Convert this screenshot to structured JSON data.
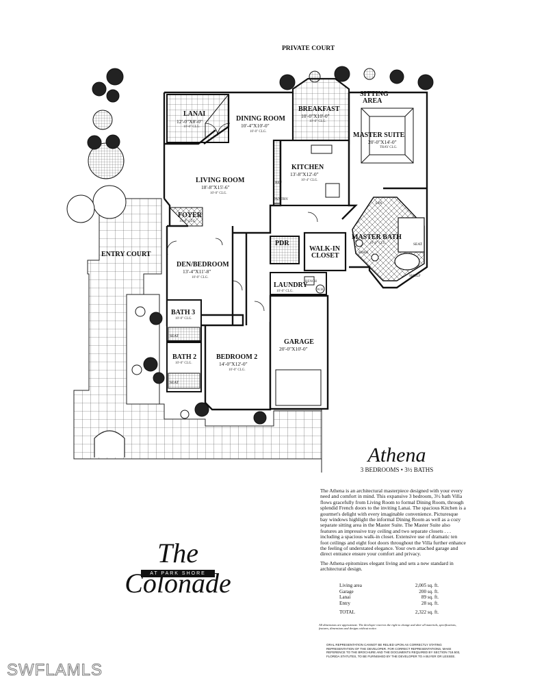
{
  "header": {
    "private_court": "PRIVATE COURT"
  },
  "rooms": {
    "lanai": {
      "name": "LANAI",
      "dim": "12'-0\"X8'-0\"",
      "clg": "10'-0\" CLG."
    },
    "dining": {
      "name": "DINING ROOM",
      "dim": "10'-4\"X10'-0\"",
      "clg": "10'-0\" CLG."
    },
    "breakfast": {
      "name": "BREAKFAST",
      "dim": "10'-0\"X10'-0\"",
      "clg": "10'-0\" CLG."
    },
    "sitting": {
      "name1": "SITTING",
      "name2": "AREA"
    },
    "master_suite": {
      "name": "MASTER SUITE",
      "dim": "20'-0\"X14'-0\"",
      "clg": "TRAY CLG."
    },
    "living": {
      "name": "LIVING ROOM",
      "dim": "18'-8\"X15'-6\"",
      "clg": "10'-0\" CLG."
    },
    "kitchen": {
      "name": "KITCHEN",
      "dim": "13'-8\"X12'-0\"",
      "clg": "10'-4\" CLG."
    },
    "ref": "REF",
    "pantry": "PANTRY",
    "foyer": {
      "name": "FOYER",
      "clg": "10'-0\" CLG."
    },
    "master_bath": {
      "name": "MASTER BATH",
      "clg": "10'-0\" CLG.",
      "lin": "LIN",
      "seat": "SEAT",
      "knee": "KNEE",
      "shelf": "SHELF"
    },
    "pdr": "PDR",
    "walk_in": {
      "name1": "WALK-IN",
      "name2": "CLOSET"
    },
    "entry_court": "ENTRY COURT",
    "den": {
      "name": "DEN/BEDROOM",
      "dim": "13'-4\"X11'-8\"",
      "clg": "10'-0\" CLG."
    },
    "laundry": {
      "name": "LAUNDRY",
      "clg": "10'-0\" CLG.",
      "bench": "BENCH",
      "wh": "W.H."
    },
    "bath3": {
      "name": "BATH 3",
      "clg": "10'-0\" CLG.",
      "seat": "SEAT"
    },
    "bath2": {
      "name": "BATH 2",
      "clg": "10'-0\" CLG.",
      "seat": "SEAT"
    },
    "bedroom2": {
      "name": "BEDROOM 2",
      "dim": "14'-0\"X12'-0\"",
      "clg": "10'-0\" CLG."
    },
    "garage": {
      "name": "GARAGE",
      "dim": "20'-0\"X10'-0\""
    }
  },
  "model": {
    "title": "Athena",
    "subtitle": "3 BEDROOMS • 3½ BATHS"
  },
  "description": {
    "p1": "The Athena is an architectural masterpiece designed with your every need and comfort in mind. This expansive 3 bedroom, 3½ bath Villa flows gracefully from Living Room to formal Dining Room, through splendid French doors to the inviting Lanai. The spacious Kitchen is a gourmet's delight with every imaginable convenience. Picturesque bay windows highlight the informal Dining Room as well as a cozy separate sitting area in the Master Suite. The Master Suite also features an impressive tray ceiling and two separate closets . . . including a spacious walk-in closet. Extensive use of dramatic ten foot ceilings and eight foot doors throughout the Villa further enhance the feeling of understated elegance. Your own attached garage and direct entrance ensure your comfort and privacy.",
    "p2": "The Athena epitomizes elegant living and sets a new standard in architectural design."
  },
  "areas": [
    {
      "label": "Living area",
      "value": "2,005 sq. ft."
    },
    {
      "label": "Garage",
      "value": "200 sq. ft."
    },
    {
      "label": "Lanai",
      "value": "89 sq. ft."
    },
    {
      "label": "Entry",
      "value": "28 sq. ft."
    }
  ],
  "area_total": {
    "label": "TOTAL",
    "value": "2,322 sq. ft."
  },
  "disclaimer": "All dimensions are approximate. The developer reserves the right to change and alter all materials, specifications, features, dimensions and designs without notice.",
  "oral": "ORAL REPRESENTATION CANNOT BE RELIED UPON AS CORRECTLY STATING REPRESENTATION OF THE DEVELOPER. FOR CORRECT REPRESENTATIONS, MAKE REFERENCE TO THE BROCHURE AND THE DOCUMENTS REQUIRED BY SECTION 718.503, FLORIDA STATUTES, TO BE FURNISHED BY THE DEVELOPER TO A BUYER OR LESSEE.",
  "brand": {
    "title": "The Colonade",
    "subtitle": "AT PARK SHORE"
  },
  "watermark": "SWFLAMLS",
  "colors": {
    "ink": "#111111",
    "grid": "#555555",
    "background": "#ffffff"
  }
}
